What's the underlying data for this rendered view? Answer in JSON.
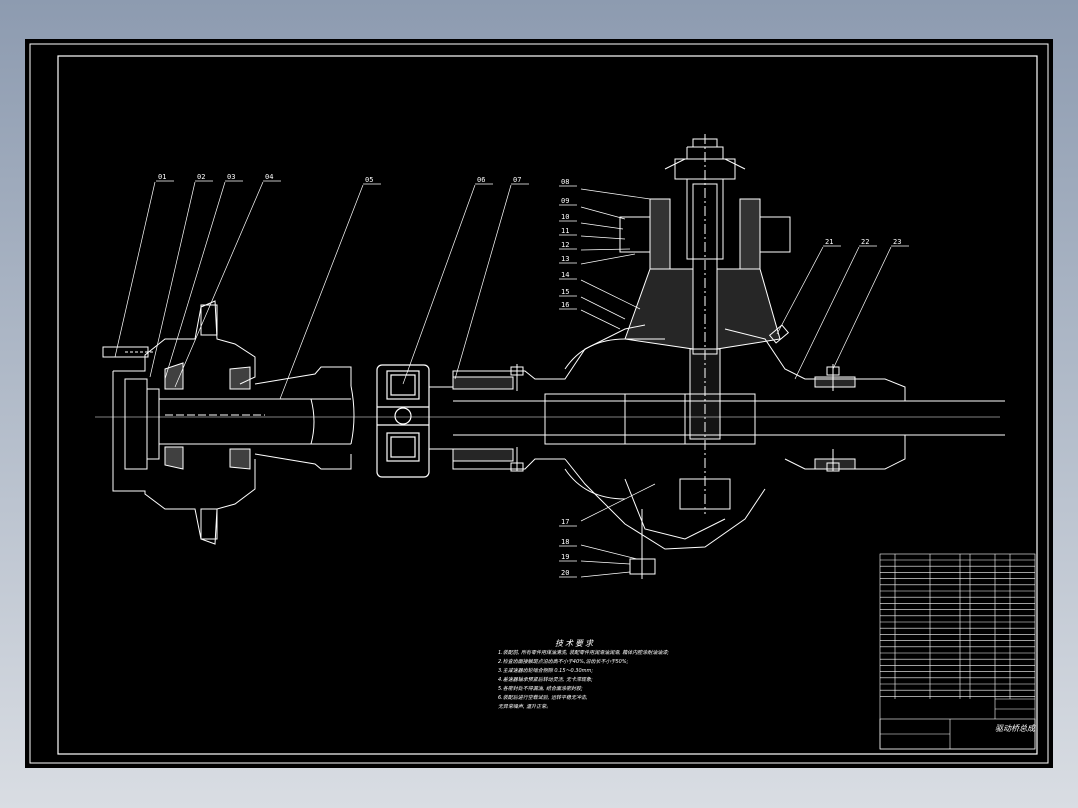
{
  "part_numbers": [
    "01",
    "02",
    "03",
    "04",
    "05",
    "06",
    "07",
    "08",
    "09",
    "10",
    "11",
    "12",
    "13",
    "14",
    "15",
    "16",
    "17",
    "18",
    "19",
    "20",
    "21",
    "22",
    "23"
  ],
  "technical_requirements": {
    "title": "技术要求",
    "lines": [
      "1.装配前, 所有零件用煤油清洗, 装配零件用润滑油润滑, 箱体内腔涂耐油油漆;",
      "2.检查齿面接触斑点沿齿高不小于40%,沿齿长不小于50%;",
      "3.主减速器齿轮啮合侧隙 0.15～0.30mm;",
      "4.差速器轴承预紧后转动灵活, 无卡滞现象;",
      "5.各密封处不得漏油, 结合面涂密封胶;",
      "6.装配后进行空载试验, 运转平稳无冲击,",
      "  无异常噪声, 温升正常。"
    ]
  },
  "title_block": {
    "drawing_name": "驱动桥总成"
  },
  "colors": {
    "background": "#000000",
    "line": "#ffffff",
    "frame_gradient_top": "#8d9bb0",
    "frame_gradient_bottom": "#d9dde3"
  }
}
